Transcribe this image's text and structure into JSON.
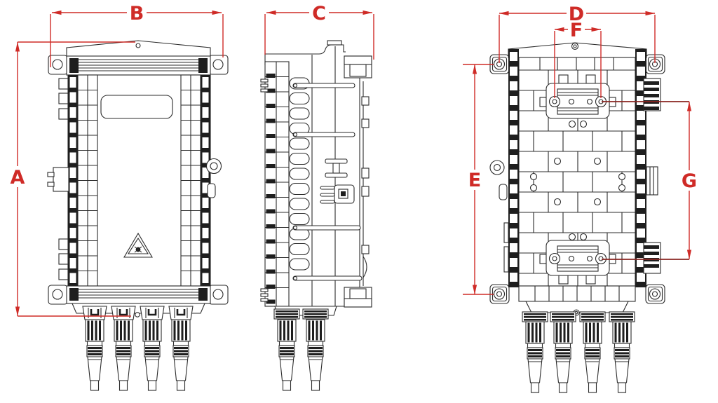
{
  "drawing": {
    "views": [
      {
        "id": "front-view"
      },
      {
        "id": "side-view"
      },
      {
        "id": "back-view"
      }
    ],
    "dimension_labels": {
      "A": "A",
      "B": "B",
      "C": "C",
      "D": "D",
      "E": "E",
      "F": "F",
      "G": "G"
    },
    "icons": {
      "warning_triangle": "laser-warning-triangle-icon"
    },
    "colors": {
      "dimension_red": "#cf2b27",
      "dimension_dark_red": "#8a2420",
      "line_color": "#2b2b2b",
      "background": "#ffffff"
    }
  }
}
